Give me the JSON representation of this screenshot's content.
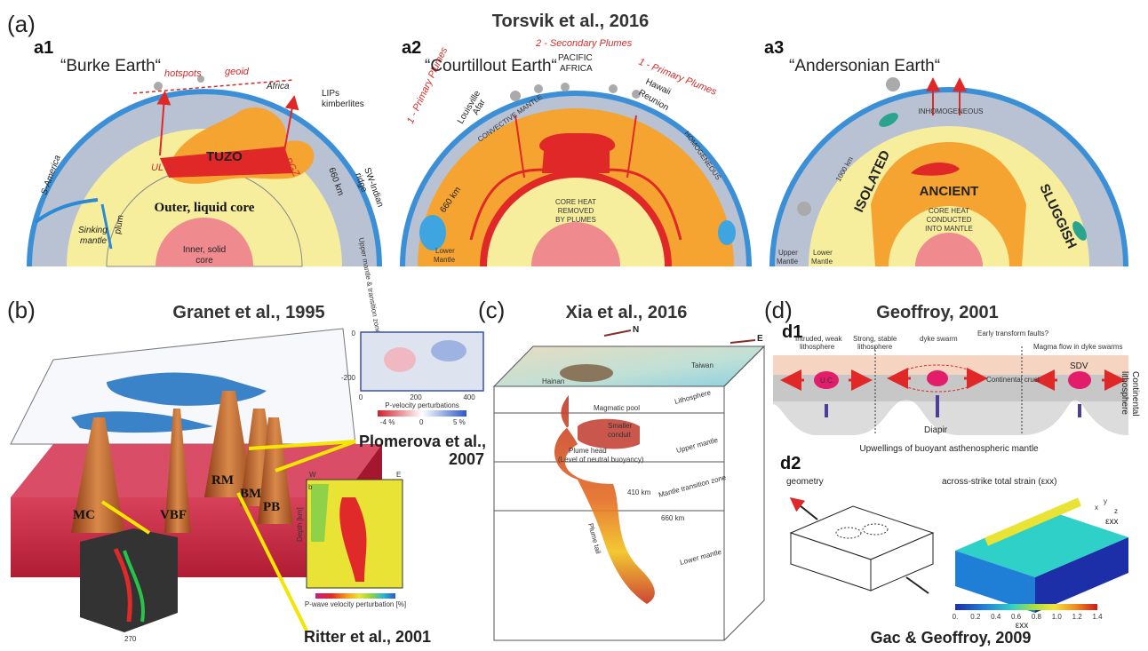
{
  "panel_a": {
    "letter": "(a)",
    "title": "Torsvik et al., 2016",
    "a1": {
      "letter": "a1",
      "name": "“Burke Earth“",
      "hotspots": "hotspots",
      "geoid": "geoid",
      "africa": "Africa",
      "lips": "LIPs",
      "kimberlites": "kimberlites",
      "s_america": "S-America",
      "sw_indian": "SW-Indian",
      "ridge": "ridge",
      "tuzo": "TUZO",
      "ulvz": "ULVZ",
      "pgz": "PGZ",
      "km660": "660 km",
      "outer_core": "Outer, liquid core",
      "inner_core_1": "Inner, solid",
      "inner_core_2": "core",
      "sinking_1": "Sinking",
      "sinking_2": "mantle",
      "plum": "plum",
      "upper_mantle_tz": "Upper mantle & transition zone"
    },
    "a2": {
      "letter": "a2",
      "name": "“Courtillout Earth“",
      "secondary": "2 - Secondary Plumes",
      "primary_left": "1 - Primary Plumes",
      "primary_right": "1 - Primary Plumes",
      "pacific": "PACIFIC",
      "africa": "AFRICA",
      "louisville": "Louisville",
      "afar": "Afar",
      "hawaii": "Hawaii",
      "reunion": "Reunion",
      "convective": "CONVECTIVE MANTLE",
      "homogeneous": "HOMOGENEOUS",
      "km660": "660 km",
      "core_heat_1": "CORE HEAT",
      "core_heat_2": "REMOVED",
      "core_heat_3": "BY PLUMES",
      "lower_1": "Lower",
      "lower_2": "Mantle"
    },
    "a3": {
      "letter": "a3",
      "name": "“Andersonian Earth“",
      "inhomogeneous": "INHOMOGENEOUS",
      "km1000": "1000 km",
      "isolated": "ISOLATED",
      "ancient": "ANCIENT",
      "sluggish": "SLUGGISH",
      "core_heat_1": "CORE HEAT",
      "core_heat_2": "CONDUCTED",
      "core_heat_3": "INTO MANTLE",
      "upper_1": "Upper",
      "upper_2": "Mantle",
      "lower_1": "Lower",
      "lower_2": "Mantle"
    }
  },
  "panel_b": {
    "letter": "(b)",
    "title": "Granet et al., 1995",
    "labels": {
      "mc": "MC",
      "vbf": "VBF",
      "rm": "RM",
      "bm": "BM",
      "pb": "PB"
    },
    "plomerova_1": "Plomerova et al.,",
    "plomerova_2": "2007",
    "ritter": "Ritter et al., 2001",
    "inset_ticks_y": [
      "0",
      "-200"
    ],
    "inset_ticks_x": [
      "0",
      "200",
      "400"
    ],
    "inset_xlabel": "P-velocity perturbations",
    "colorbar_ticks": [
      "-4 %",
      "0",
      "5 %"
    ],
    "ritter_w": "W",
    "ritter_e": "E",
    "ritter_b": "b",
    "ritter_cbar_label": "P-wave velocity perturbation [%]",
    "ritter_ylabel": "Depth [km]",
    "tomo_label_1": "270"
  },
  "panel_c": {
    "letter": "(c)",
    "title": "Xia et al., 2016",
    "north": "N",
    "east": "E",
    "hainan": "Hainan",
    "taiwan": "Taiwan",
    "lithosphere": "Lithosphere",
    "magmatic_pool": "Magmatic pool",
    "smaller_conduit_1": "Smaller",
    "smaller_conduit_2": "conduit",
    "upper_mantle": "Upper mantle",
    "plume_head_1": "Plume head",
    "plume_head_2": "(Level of neutral buoyancy)",
    "km410": "410 km",
    "mtz": "Mantle transition zone",
    "km660": "660 km",
    "plume_tail": "Plume tail",
    "lower_mantle": "Lower mantle"
  },
  "panel_d": {
    "letter": "(d)",
    "title": "Geoffroy, 2001",
    "d1": {
      "letter": "d1",
      "intruded_1": "Intruded, weak",
      "intruded_2": "lithosphere",
      "strong_1": "Strong, stable",
      "strong_2": "lithosphere",
      "dyke_swarm": "dyke swarm",
      "early_faults": "Early transform faults?",
      "magma_flow": "Magma flow in dyke swarms",
      "sdv": "SDV",
      "ulc": "U.C.",
      "continental_crust": "Continental crust",
      "diapir": "Diapir",
      "continental_litho_1": "Continental",
      "continental_litho_2": "lithosphere",
      "upwellings": "Upwellings of buoyant asthenospheric mantle"
    },
    "d2": {
      "letter": "d2",
      "geometry": "geometry",
      "strain": "across-strike total strain (εxx)",
      "cbar_ticks": [
        "0.",
        "0.2",
        "0.4",
        "0.6",
        "0.8",
        "1.0",
        "1.2",
        "1.4"
      ],
      "cbar_label": "εxx",
      "axis_y": "y",
      "axis_x": "x",
      "axis_z": "z",
      "exx": "εxx"
    },
    "ref": "Gac & Geoffroy, 2009"
  },
  "colors": {
    "crust_blue": "#3b8fd6",
    "mantle_grey": "#b8c2d3",
    "outer_core": "#f7ee9d",
    "inner_core": "#ef8a8f",
    "plume_red": "#e02828",
    "orange": "#f5a431",
    "label_red": "#d32c2c",
    "arrow_yellow": "#f3e600",
    "mc_brown": "#c0692f"
  }
}
